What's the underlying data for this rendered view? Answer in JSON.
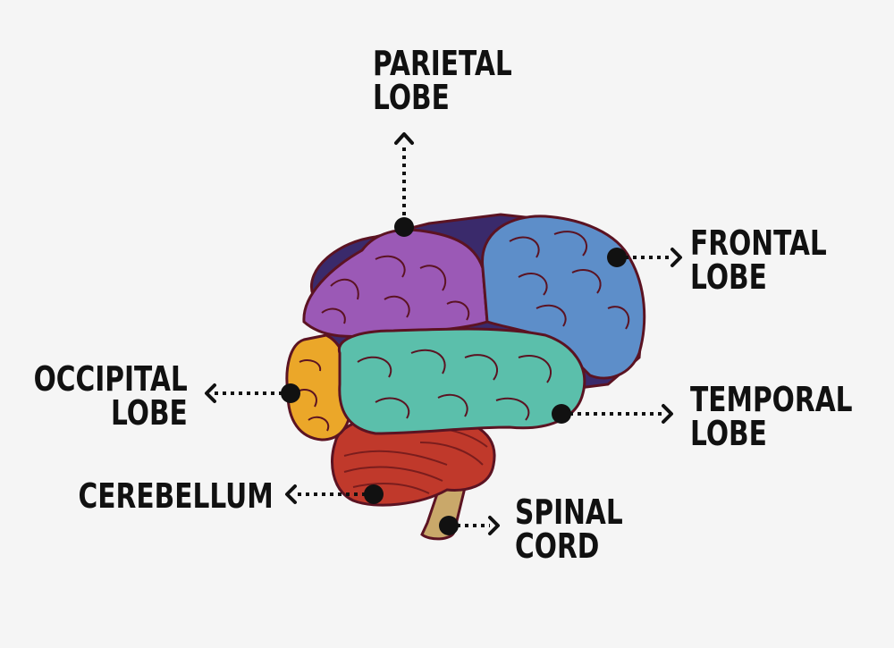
{
  "labels": {
    "parietal": {
      "line1": "PARIETAL",
      "line2": "LOBE"
    },
    "frontal": {
      "line1": "FRONTAL",
      "line2": "LOBE"
    },
    "occipital": {
      "line1": "OCCIPITAL",
      "line2": "LOBE"
    },
    "temporal": {
      "line1": "TEMPORAL",
      "line2": "LOBE"
    },
    "cerebellum": {
      "line1": "CEREBELLUM"
    },
    "spinal": {
      "line1": "SPINAL",
      "line2": "CORD"
    }
  },
  "colors": {
    "background": "#f5f5f5",
    "outline": "#5b1322",
    "parietal": "#9b59b6",
    "frontal": "#5d8ec9",
    "occipital": "#eba729",
    "temporal": "#5bbfab",
    "cerebellum": "#c0392b",
    "spinal": "#c9a86a",
    "deep": "#3a2a6b",
    "pointer": "#111111"
  }
}
